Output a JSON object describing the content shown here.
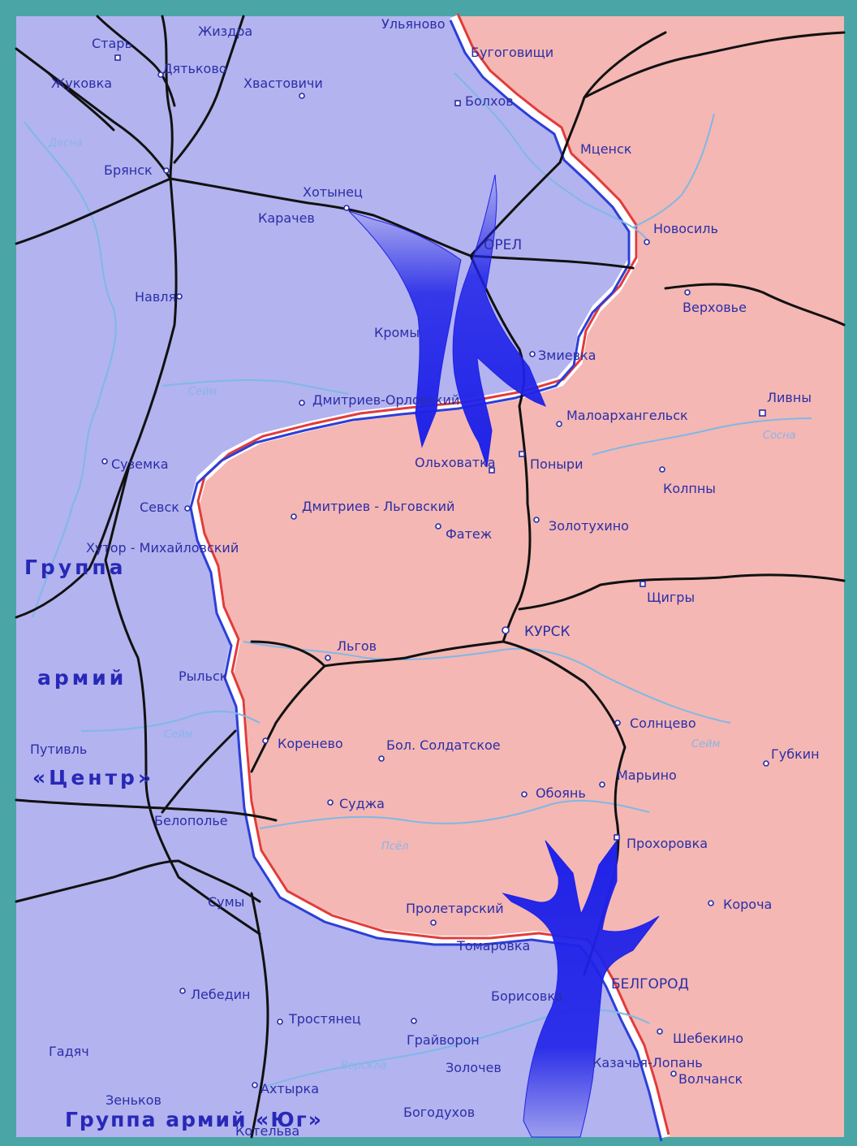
{
  "cities": [
    {
      "id": "star",
      "label": "Старь"
    },
    {
      "id": "zhizdra",
      "label": "Жиздра"
    },
    {
      "id": "ulyanovo",
      "label": "Ульяново"
    },
    {
      "id": "bogovic",
      "label": "Бугоговищи"
    },
    {
      "id": "zhukovka",
      "label": "Жуковка"
    },
    {
      "id": "dyatkovo",
      "label": "Дятьково"
    },
    {
      "id": "khvast",
      "label": "Хвастовичи"
    },
    {
      "id": "bolkhov",
      "label": "Болхов"
    },
    {
      "id": "mtsensk",
      "label": "Мценск"
    },
    {
      "id": "bryansk",
      "label": "Брянск"
    },
    {
      "id": "khotynets",
      "label": "Хотынец"
    },
    {
      "id": "karachev",
      "label": "Карачев"
    },
    {
      "id": "orel",
      "label": "ОРЕЛ"
    },
    {
      "id": "novosil",
      "label": "Новосиль"
    },
    {
      "id": "navlya",
      "label": "Навля"
    },
    {
      "id": "verkhovye",
      "label": "Верховье"
    },
    {
      "id": "kromy",
      "label": "Кромы"
    },
    {
      "id": "zmievka",
      "label": "Змиевка"
    },
    {
      "id": "dmitrovsk",
      "label": "Дмитриев-Орловский"
    },
    {
      "id": "livny",
      "label": "Ливны"
    },
    {
      "id": "maloarkh",
      "label": "Малоархангельск"
    },
    {
      "id": "suzemka",
      "label": "Суземка"
    },
    {
      "id": "olkhovatka",
      "label": "Ольховатка"
    },
    {
      "id": "ponyri",
      "label": "Поныри"
    },
    {
      "id": "kolpny",
      "label": "Колпны"
    },
    {
      "id": "sevsk",
      "label": "Севск"
    },
    {
      "id": "dmlgov",
      "label": "Дмитриев - Льговский"
    },
    {
      "id": "fatezh",
      "label": "Фатеж"
    },
    {
      "id": "zolotukhino",
      "label": "Золотухино"
    },
    {
      "id": "khutor",
      "label": "Хутор - Михайловский"
    },
    {
      "id": "shchigry",
      "label": "Щигры"
    },
    {
      "id": "kursk",
      "label": "КУРСК"
    },
    {
      "id": "lgov",
      "label": "Льгов"
    },
    {
      "id": "rylsk",
      "label": "Рыльск"
    },
    {
      "id": "solntsevo",
      "label": "Солнцево"
    },
    {
      "id": "putivl",
      "label": "Путивль"
    },
    {
      "id": "korenevo",
      "label": "Коренево"
    },
    {
      "id": "bolsold",
      "label": "Бол. Солдатское"
    },
    {
      "id": "gubkin",
      "label": "Губкин"
    },
    {
      "id": "maryino",
      "label": "Марьино"
    },
    {
      "id": "oboyan",
      "label": "Обоянь"
    },
    {
      "id": "sudzha",
      "label": "Суджа"
    },
    {
      "id": "belopolye",
      "label": "Белополье"
    },
    {
      "id": "prokhorovka",
      "label": "Прохоровка"
    },
    {
      "id": "sumy",
      "label": "Сумы"
    },
    {
      "id": "korocha",
      "label": "Короча"
    },
    {
      "id": "proletarsky",
      "label": "Пролетарский"
    },
    {
      "id": "tomarovka",
      "label": "Томаровка"
    },
    {
      "id": "belgorod",
      "label": "БЕЛГОРОД"
    },
    {
      "id": "lebedin",
      "label": "Лебедин"
    },
    {
      "id": "borisovka",
      "label": "Борисовка"
    },
    {
      "id": "trostyanets",
      "label": "Тростянец"
    },
    {
      "id": "shebekino",
      "label": "Шебекино"
    },
    {
      "id": "grayvoron",
      "label": "Грайворон"
    },
    {
      "id": "gadyach",
      "label": "Гадяч"
    },
    {
      "id": "zolochev",
      "label": "Золочев"
    },
    {
      "id": "kazlop",
      "label": "Казачья-Лопань"
    },
    {
      "id": "volchansk",
      "label": "Волчанск"
    },
    {
      "id": "akhtyrka",
      "label": "Ахтырка"
    },
    {
      "id": "zenkov",
      "label": "Зеньков"
    },
    {
      "id": "bogodukhov",
      "label": "Богодухов"
    },
    {
      "id": "kotelva",
      "label": "Котельва"
    }
  ],
  "groups": {
    "center_line1": "Группа",
    "center_line2": "армий",
    "center_line3": "«Центр»",
    "south": "Группа армий «Юг»"
  },
  "rivers": [
    "Сейм",
    "Сейм",
    "Сейм",
    "Десна",
    "Сосна",
    "Псёл",
    "Ворскла"
  ],
  "colors": {
    "german_zone": "#b3b3ef",
    "soviet_zone": "#f4b7b3",
    "front_red": "#e23b3b",
    "front_blue": "#2d3fd8",
    "arrow": "#1f22e8",
    "road": "#111111",
    "river": "#7fb8e6",
    "frame": "#4aa6a6"
  }
}
